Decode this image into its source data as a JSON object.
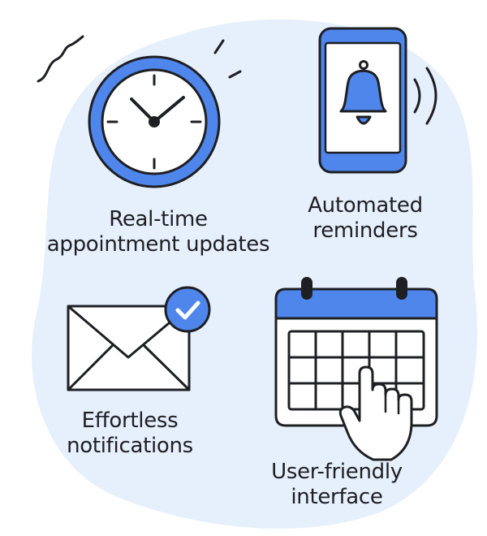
{
  "colors": {
    "accent_blue": "#4f86ec",
    "background_blob": "#e6effc",
    "ink": "#1e1f23",
    "paper": "#ffffff"
  },
  "features": [
    {
      "id": "realtime",
      "icon": "clock-icon",
      "label_lines": [
        "Real-time",
        "appointment updates"
      ]
    },
    {
      "id": "reminders",
      "icon": "smartphone-bell-icon",
      "label_lines": [
        "Automated",
        "reminders"
      ]
    },
    {
      "id": "notifications",
      "icon": "envelope-check-icon",
      "label_lines": [
        "Effortless",
        "notifications"
      ]
    },
    {
      "id": "interface",
      "icon": "calendar-hand-icon",
      "label_lines": [
        "User-friendly",
        "interface"
      ]
    }
  ]
}
